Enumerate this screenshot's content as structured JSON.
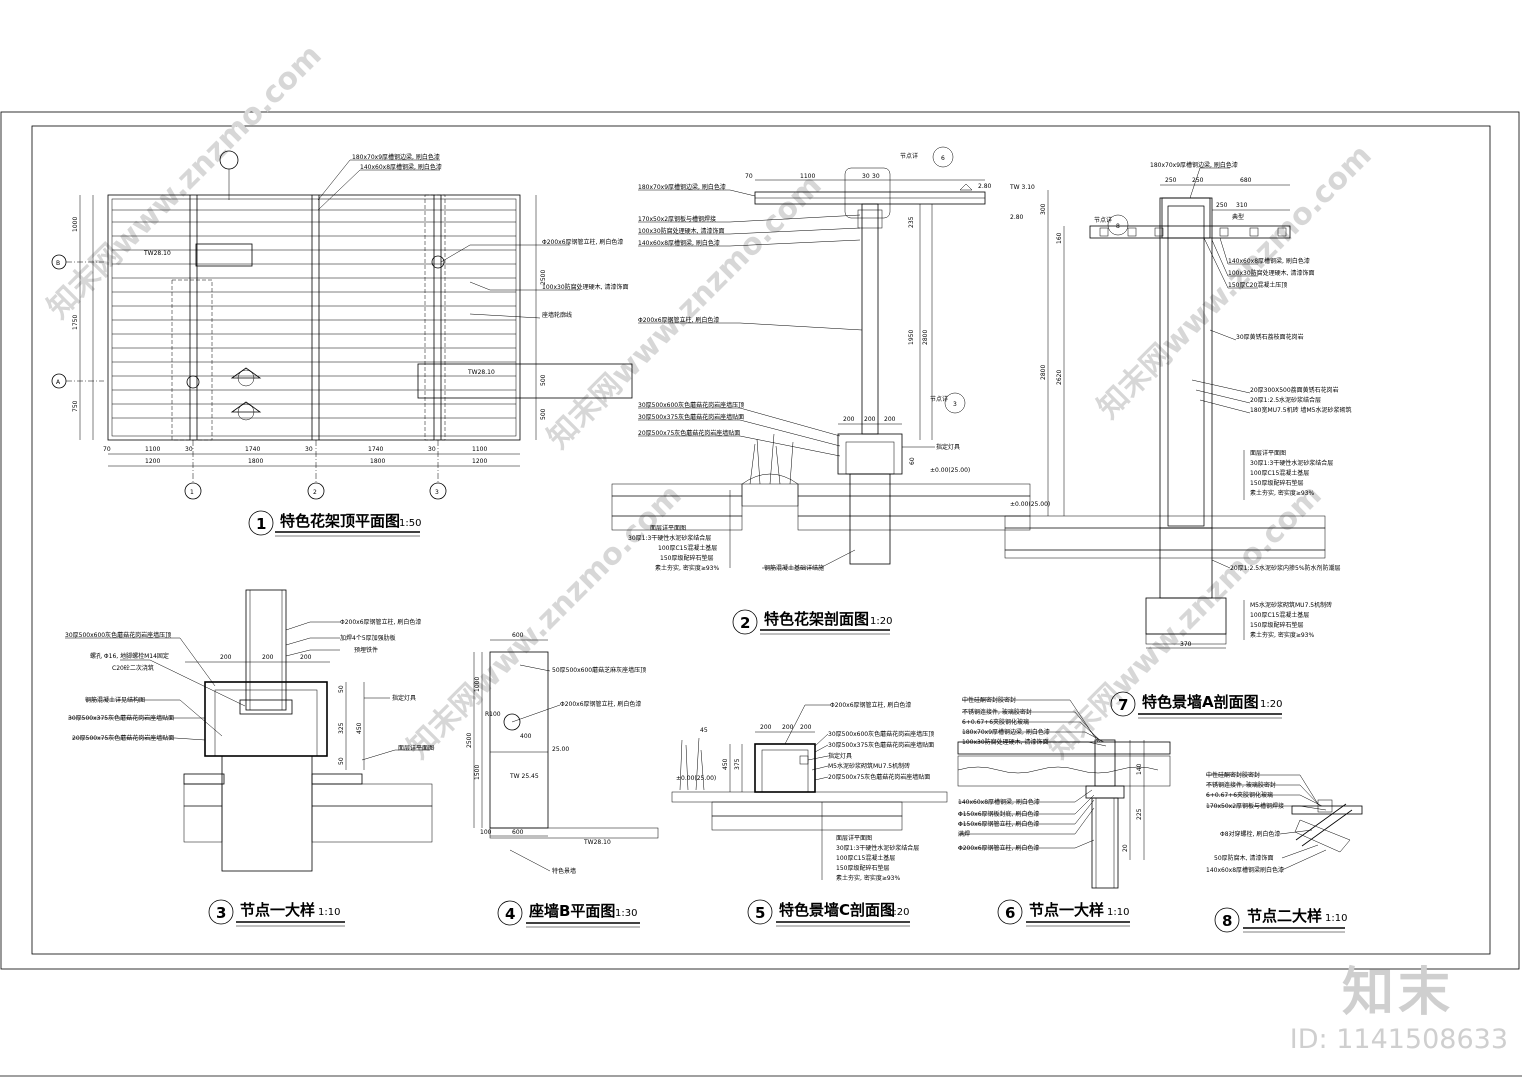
{
  "drawings": [
    {
      "num": "1",
      "title": "特色花架顶平面图",
      "scale": "1:50"
    },
    {
      "num": "2",
      "title": "特色花架剖面图",
      "scale": "1:20"
    },
    {
      "num": "3",
      "title": "节点一大样",
      "scale": "1:10"
    },
    {
      "num": "4",
      "title": "座墙B平面图",
      "scale": "1:30"
    },
    {
      "num": "5",
      "title": "特色景墙C剖面图",
      "scale": "1:20"
    },
    {
      "num": "6",
      "title": "节点一大样",
      "scale": "1:10"
    },
    {
      "num": "7",
      "title": "特色景墙A剖面图",
      "scale": "1:20"
    },
    {
      "num": "8",
      "title": "节点二大样",
      "scale": "1:10"
    }
  ],
  "plan1": {
    "notes": [
      "180x70x9厚槽钢边梁, 刷白色漆",
      "140x60x8厚槽钢梁, 刷白色漆",
      "Φ200x6厚钢管立柱, 刷白色漆",
      "100x30防腐处理硬木, 清漆饰面",
      "座墙轮廓线"
    ],
    "level_tw1": "TW28.10",
    "level_tw2": "TW28.10",
    "grid_rows": [
      "B",
      "A"
    ],
    "grid_cols": [
      "1",
      "2",
      "3"
    ],
    "dims_top": [
      "1100",
      "30",
      "1740",
      "30",
      "1740",
      "30",
      "1100"
    ],
    "dims_bottom": [
      "1200",
      "1800",
      "1800",
      "1200"
    ],
    "dims_left": [
      "1000",
      "1750",
      "750"
    ],
    "dims_right": [
      "2500",
      "500",
      "500"
    ],
    "edge": "70"
  },
  "sec2": {
    "notes": [
      "180x70x9厚槽钢边梁, 刷白色漆",
      "170x50x2厚钢板与槽钢焊接",
      "100x30防腐处理硬木, 清漆饰面",
      "140x60x8厚槽钢梁, 刷白色漆",
      "Φ200x6厚钢管立柱, 刷白色漆",
      "30厚500x600灰色蘑菇花岗岩座墙压顶",
      "30厚500x375灰色蘑菇花岗岩座墙贴面",
      "20厚500x75灰色蘑菇花岗岩座墙贴面",
      "面层详平面图",
      "30厚1:3干硬性水泥砂浆结合层",
      "100厚C15混凝土基层",
      "150厚级配碎石垫层",
      "素土夯实, 密实度≥93%",
      "钢筋混凝土基础详结施",
      "指定灯具"
    ],
    "callout_top": "节点详",
    "callout_top_ref": "6",
    "callout_bottom": "节点详",
    "callout_bottom_ref": "3",
    "level_top": "2.80",
    "level_ground": "±0.00(25.00)",
    "dims": [
      "70",
      "1100",
      "30",
      "30",
      "235",
      "1950",
      "2800",
      "200",
      "200",
      "200",
      "60"
    ]
  },
  "sec7": {
    "notes": [
      "180x70x9厚槽钢边梁, 刷白色漆",
      "140x60x8厚槽钢梁, 刷白色漆",
      "100x30防腐处理硬木, 清漆饰面",
      "150厚C20混凝土压顶",
      "30厚黄锈石荔枝面花岗岩",
      "20厚300X500荔面黄锈石花岗岩",
      "20厚1:2.5水泥砂浆结合层",
      "180宽MU7.5机砖 墙M5水泥砂浆砌筑",
      "面层详平面图",
      "30厚1:3干硬性水泥砂浆结合层",
      "100厚C15混凝土基层",
      "150厚级配碎石垫层",
      "素土夯实, 密实度≥93%",
      "20厚1:2.5水泥砂浆内掺5%防水剂防潮层",
      "M5水泥砂浆砌筑MU7.5机制砖",
      "100厚C15混凝土基层",
      "150厚级配碎石垫层",
      "素土夯实, 密实度≥93%"
    ],
    "callout": "节点详",
    "callout_ref": "8",
    "level_tw": "TW 3.10",
    "level_beam": "2.80",
    "level_ground": "±0.00(25.00)",
    "dims": [
      "250",
      "250",
      "680",
      "250",
      "310",
      "典型",
      "300",
      "160",
      "2800",
      "2620",
      "370"
    ]
  },
  "det3": {
    "notes": [
      "Φ200x6厚钢管立柱, 刷白色漆",
      "加焊4个5厚加强肋板",
      "预埋铁件",
      "30厚500x600灰色蘑菇花岗岩座墙压顶",
      "螺孔 Φ16, 地脚螺栓M14固定",
      "C20砼二次浇筑",
      "钢筋混凝土详见结构图",
      "30厚500x375灰色蘑菇花岗岩座墙贴面",
      "20厚500x75灰色蘑菇花岗岩座墙贴面",
      "指定灯具",
      "面层详平面图"
    ],
    "dims": [
      "200",
      "200",
      "200",
      "50",
      "325",
      "450",
      "50"
    ]
  },
  "plan4": {
    "notes": [
      "50厚500x600蘑菇芝麻灰座墙压顶",
      "Φ200x6厚钢管立柱, 刷白色漆",
      "特色景墙"
    ],
    "dims": [
      "600",
      "1000",
      "2500",
      "1500",
      "100",
      "600",
      "400",
      "R100"
    ],
    "level1": "25.00",
    "level2": "TW 25.45",
    "level3": "TW28.10"
  },
  "sec5": {
    "notes": [
      "Φ200x6厚钢管立柱, 刷白色漆",
      "30厚500x600灰色蘑菇花岗岩座墙压顶",
      "30厚500x375灰色蘑菇花岗岩座墙贴面",
      "指定灯具",
      "M5水泥砂浆砌筑MU7.5机制砖",
      "20厚500x75灰色蘑菇花岗岩座墙贴面",
      "面层详平面图",
      "30厚1:3干硬性水泥砂浆结合层",
      "100厚C15混凝土基层",
      "150厚级配碎石垫层",
      "素土夯实, 密实度≥93%"
    ],
    "dims": [
      "200",
      "200",
      "200",
      "375",
      "450",
      "45"
    ],
    "level": "±0.00(25.00)"
  },
  "det6": {
    "notes": [
      "中性硅酮密封胶密封",
      "不锈钢连接件, 玻璃胶密封",
      "6+0.67+6夹胶钢化玻璃",
      "180x70x9厚槽钢边梁, 刷白色漆",
      "100x30防腐处理硬木, 清漆饰面",
      "140x60x8厚槽钢梁, 刷白色漆",
      "Φ150x6厚钢板封底, 刷白色漆",
      "Φ150x6厚钢管立柱, 刷白色漆",
      "满焊",
      "Φ200x6厚钢管立柱, 刷白色漆"
    ],
    "dims": [
      "140",
      "225",
      "20"
    ]
  },
  "det8": {
    "notes": [
      "中性硅酮密封胶密封",
      "不锈钢连接件, 玻璃胶密封",
      "6+0.67+6夹胶钢化玻璃",
      "170x50x2厚钢板与槽钢焊接",
      "Φ8对穿螺栓, 刷白色漆",
      "50厚防腐木, 清漆饰面",
      "140x60x8厚槽钢梁刷白色漆"
    ]
  },
  "watermark": "知末网www.znzmo.com",
  "brand": "知末",
  "asset_id": "ID: 1141508633"
}
